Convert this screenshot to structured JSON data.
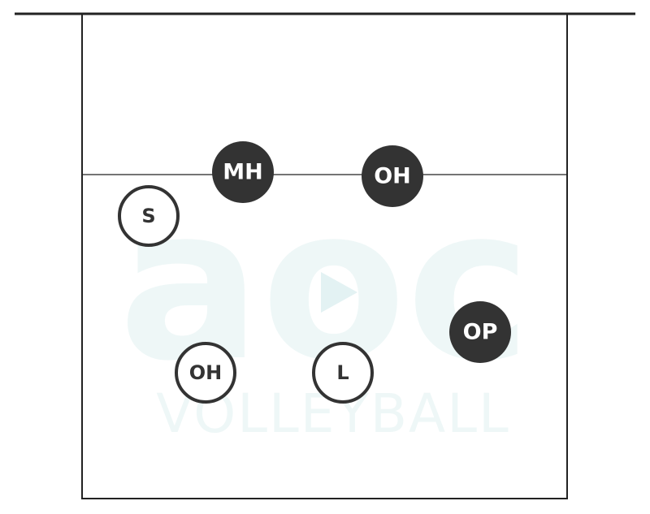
{
  "watermark": {
    "logo_text": "aoc",
    "brand_text": "VOLLEYBALL",
    "color": "#eef7f7",
    "play_icon": "play-triangle-icon"
  },
  "colors": {
    "line": "#222222",
    "filled_player": "#333333",
    "outline_player_stroke": "#333333",
    "outline_player_fill": "#ffffff"
  },
  "players": [
    {
      "id": "mh",
      "label": "MH",
      "style": "filled"
    },
    {
      "id": "oh-front",
      "label": "OH",
      "style": "filled"
    },
    {
      "id": "s",
      "label": "S",
      "style": "outline"
    },
    {
      "id": "op",
      "label": "OP",
      "style": "filled"
    },
    {
      "id": "oh-back",
      "label": "OH",
      "style": "outline"
    },
    {
      "id": "l",
      "label": "L",
      "style": "outline"
    }
  ]
}
